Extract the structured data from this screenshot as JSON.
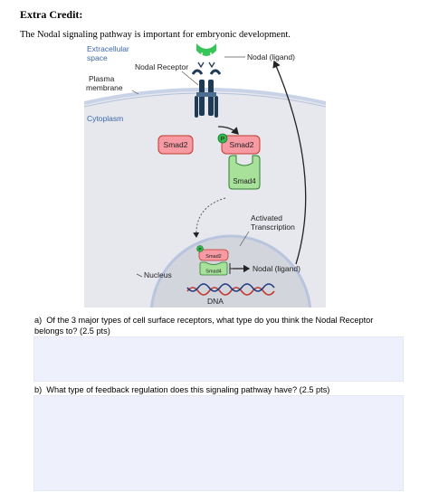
{
  "header": {
    "title": "Extra Credit:",
    "intro": "The Nodal signaling pathway is important for embryonic development."
  },
  "diagram": {
    "extracellular": [
      "Extracellular",
      "space"
    ],
    "plasma_membrane": [
      "Plasma",
      "membrane"
    ],
    "cytoplasm": "Cytoplasm",
    "nodal_receptor": "Nodal Receptor",
    "nodal_ligand": "Nodal (ligand)",
    "smad2": "Smad2",
    "phospho": "P",
    "smad4": "Smad4",
    "activated_transcription": [
      "Activated",
      "Transcription"
    ],
    "nucleus": "Nucleus",
    "nodal_ligand_gene": "Nodal (ligand)",
    "dna": "DNA",
    "colors": {
      "smad2_fill": "#f79aa3",
      "smad4_fill": "#a8e29a",
      "receptor": "#1e3a55",
      "ligand": "#37c55a",
      "cytoplasm_bg": "#e6e7ec",
      "label_blue": "#3a66a8"
    }
  },
  "questions": [
    {
      "label": "a)",
      "text": "Of the 3 major types of cell surface receptors, what type do you think the Nodal Receptor belongs to? (2.5 pts)"
    },
    {
      "label": "b)",
      "text": "What type of feedback regulation does this signaling pathway have? (2.5 pts)"
    }
  ]
}
